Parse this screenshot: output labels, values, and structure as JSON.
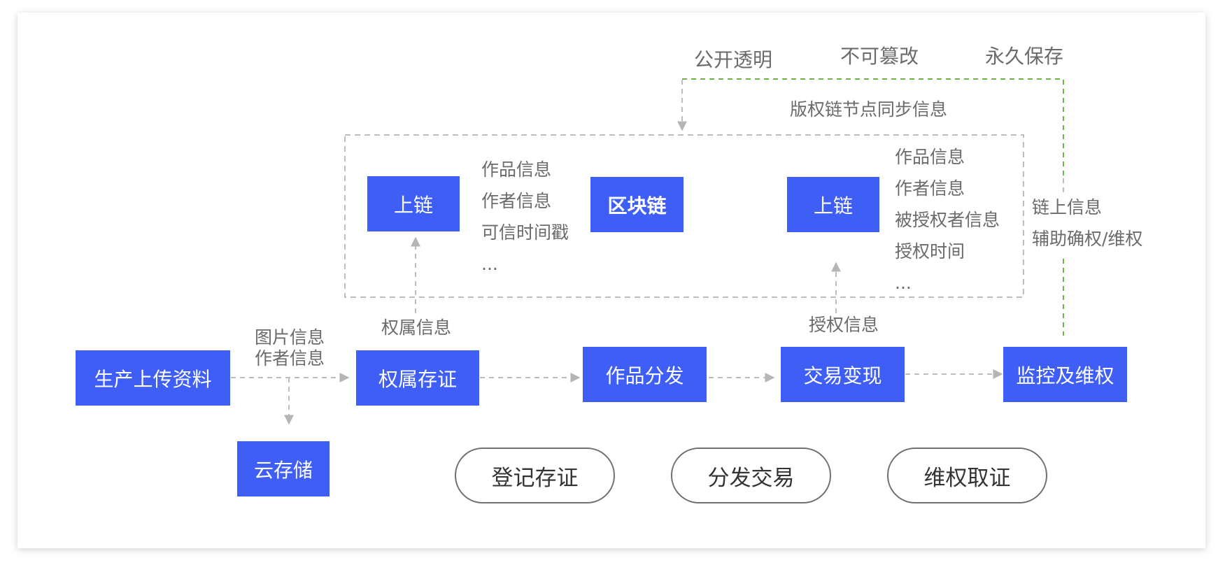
{
  "top_labels": [
    "公开透明",
    "不可篡改",
    "永久保存"
  ],
  "sync_label": "版权链节点同步信息",
  "chain": {
    "left_button": "上链",
    "center": "区块链",
    "right_button": "上链",
    "left_info": [
      "作品信息",
      "作者信息",
      "可信时间戳",
      "..."
    ],
    "right_info": [
      "作品信息",
      "作者信息",
      "被授权者信息",
      "授权时间",
      "..."
    ]
  },
  "side_info": [
    "链上信息",
    "辅助确权/维权"
  ],
  "flow": {
    "upload": "生产上传资料",
    "upload_info": [
      "图片信息",
      "作者信息"
    ],
    "cloud": "云存储",
    "ownership_info": "权属信息",
    "ownership": "权属存证",
    "distribute": "作品分发",
    "license_info": "授权信息",
    "trade": "交易变现",
    "monitor": "监控及维权"
  },
  "stages": [
    "登记存证",
    "分发交易",
    "维权取证"
  ]
}
